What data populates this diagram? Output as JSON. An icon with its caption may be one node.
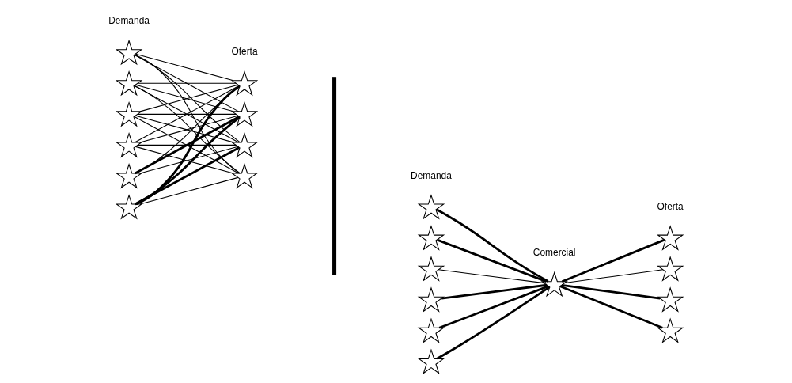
{
  "diagram": {
    "nodes": [
      {
        "text": [],
        "shape": "star"
      },
      {
        "text": [],
        "shape": "star"
      },
      {
        "text": [],
        "shape": "star"
      },
      {
        "text": [],
        "shape": "star"
      },
      {
        "text": [],
        "shape": "star"
      },
      {
        "text": [],
        "shape": "star"
      },
      {
        "text": [],
        "shape": "star"
      },
      {
        "text": [],
        "shape": "star"
      },
      {
        "text": [],
        "shape": "star"
      },
      {
        "text": [],
        "shape": "star"
      },
      {
        "text": [],
        "shape": "star"
      },
      {
        "text": [],
        "shape": "star"
      },
      {
        "text": [],
        "shape": "star"
      },
      {
        "text": [],
        "shape": "star"
      },
      {
        "text": [],
        "shape": "star"
      },
      {
        "text": [],
        "shape": "star"
      },
      {
        "text": [],
        "shape": "star"
      },
      {
        "text": [],
        "shape": "star"
      },
      {
        "text": [],
        "shape": "star"
      },
      {
        "text": [],
        "shape": "star"
      },
      {
        "text": [],
        "shape": "star"
      }
    ],
    "edges": [
      {
        "from": 0,
        "to": 6,
        "arrow": "none"
      },
      {
        "from": 0,
        "to": 7,
        "arrow": "none"
      },
      {
        "from": 0,
        "to": 8,
        "arrow": "none"
      },
      {
        "from": 0,
        "to": 9,
        "arrow": "none"
      },
      {
        "from": 1,
        "to": 6,
        "arrow": "none"
      },
      {
        "from": 1,
        "to": 7,
        "arrow": "none"
      },
      {
        "from": 1,
        "to": 8,
        "arrow": "none"
      },
      {
        "from": 1,
        "to": 9,
        "arrow": "none"
      },
      {
        "from": 2,
        "to": 6,
        "arrow": "none"
      },
      {
        "from": 2,
        "to": 7,
        "arrow": "none"
      },
      {
        "from": 2,
        "to": 8,
        "arrow": "none"
      },
      {
        "from": 2,
        "to": 9,
        "arrow": "none"
      },
      {
        "from": 3,
        "to": 6,
        "arrow": "none"
      },
      {
        "from": 3,
        "to": 7,
        "arrow": "none"
      },
      {
        "from": 3,
        "to": 8,
        "arrow": "none"
      },
      {
        "from": 3,
        "to": 9,
        "arrow": "none"
      },
      {
        "from": 4,
        "to": 6,
        "arrow": "none"
      },
      {
        "from": 4,
        "to": 7,
        "arrow": "none",
        "style": "thick"
      },
      {
        "from": 4,
        "to": 8,
        "arrow": "none"
      },
      {
        "from": 4,
        "to": 9,
        "arrow": "none"
      },
      {
        "from": 5,
        "to": 6,
        "arrow": "none",
        "style": "thick"
      },
      {
        "from": 5,
        "to": 7,
        "arrow": "none",
        "style": "thick"
      },
      {
        "from": 5,
        "to": 8,
        "arrow": "none",
        "style": "thick"
      },
      {
        "from": 5,
        "to": 9,
        "arrow": "none"
      },
      {
        "from": 10,
        "to": 16,
        "arrow": "none",
        "style": "thick"
      },
      {
        "from": 11,
        "to": 16,
        "arrow": "none",
        "style": "thick"
      },
      {
        "from": 12,
        "to": 16,
        "arrow": "none"
      },
      {
        "from": 13,
        "to": 16,
        "arrow": "none",
        "style": "thick"
      },
      {
        "from": 14,
        "to": 16,
        "arrow": "none",
        "style": "thick"
      },
      {
        "from": 15,
        "to": 16,
        "arrow": "none",
        "style": "thick"
      },
      {
        "from": 16,
        "to": 17,
        "arrow": "none",
        "style": "thick"
      },
      {
        "from": 16,
        "to": 18,
        "arrow": "none"
      },
      {
        "from": 16,
        "to": 19,
        "arrow": "none",
        "style": "thick"
      },
      {
        "from": 16,
        "to": 20,
        "arrow": "none",
        "style": "thick"
      }
    ],
    "labels": [
      "Demanda",
      "Oferta",
      "Demanda",
      "Comercial",
      "Oferta"
    ]
  }
}
